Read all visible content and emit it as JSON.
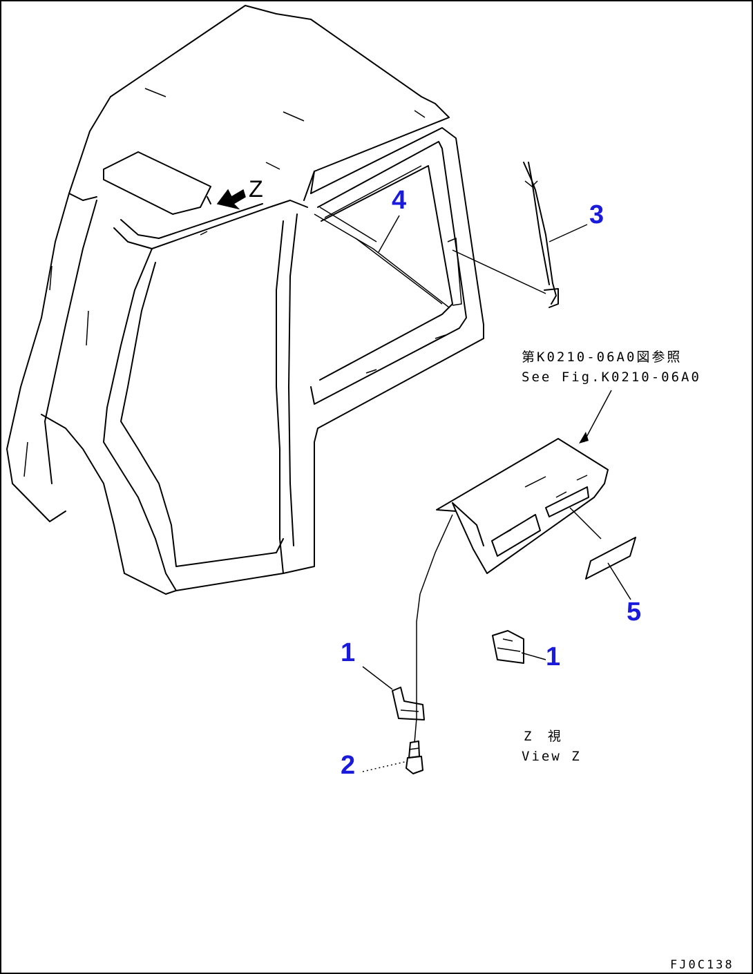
{
  "view_marker": "Z",
  "callouts": {
    "c3": "3",
    "c4": "4",
    "c5": "5",
    "c1a": "1",
    "c1b": "1",
    "c2": "2"
  },
  "reference_note": {
    "jp": "第K0210-06A0図参照",
    "en": "See Fig.K0210-06A0"
  },
  "view_label": {
    "jp": "Z 視",
    "en": "View Z"
  },
  "figure_code": "FJ0C138"
}
